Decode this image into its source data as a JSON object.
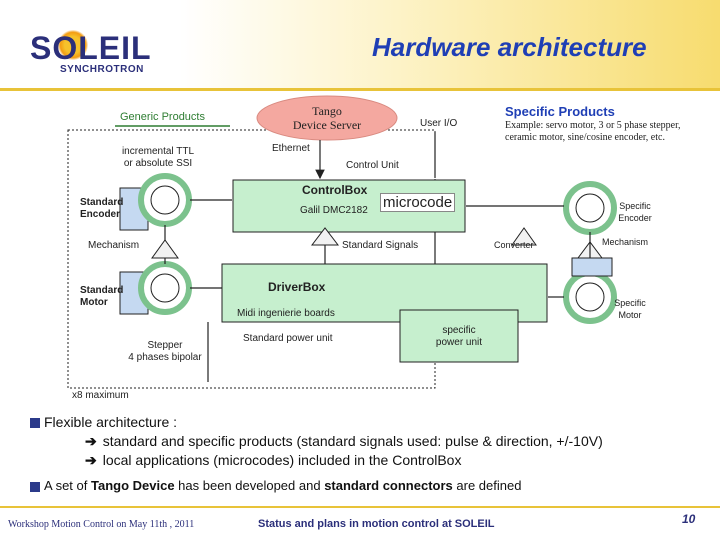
{
  "header": {
    "logo_text": "SOLEIL",
    "logo_subtitle": "SYNCHROTRON",
    "title": "Hardware architecture"
  },
  "diagram": {
    "generic_products": "Generic Products",
    "tango_server_line1": "Tango",
    "tango_server_line2": "Device Server",
    "user_io": "User I/O",
    "specific_products": "Specific Products",
    "example_line1": "Example: servo motor, 3 or 5 phase stepper,",
    "example_line2": "ceramic motor, sine/cosine encoder, etc.",
    "incremental_line1": "incremental TTL",
    "incremental_line2": "or absolute SSI",
    "ethernet": "Ethernet",
    "control_unit": "Control Unit",
    "controlbox": "ControlBox",
    "galil": "Galil DMC2182",
    "microcode": "microcode",
    "standard_encoder_line1": "Standard",
    "standard_encoder_line2": "Encoder",
    "specific_encoder_line1": "Specific",
    "specific_encoder_line2": "Encoder",
    "mechanism_left": "Mechanism",
    "standard_signals": "Standard Signals",
    "converter": "Converter",
    "mechanism_right": "Mechanism",
    "driverbox": "DriverBox",
    "standard_motor_line1": "Standard",
    "standard_motor_line2": "Motor",
    "midi": "Midi ingenierie boards",
    "specific_motor_line1": "Specific",
    "specific_motor_line2": "Motor",
    "stepper_line1": "Stepper",
    "stepper_line2": "4 phases bipolar",
    "standard_power": "Standard power unit",
    "specific_power_line1": "specific",
    "specific_power_line2": "power unit",
    "x8_maximum": "x8 maximum"
  },
  "bullets": {
    "b1": "Flexible architecture :",
    "b1_sub1": "standard and specific products (standard signals used: pulse & direction, +/-10V)",
    "b1_sub2": "local applications (microcodes) included in the ControlBox",
    "b2_a": "A set of ",
    "b2_b": "Tango Device",
    "b2_c": " has been developed and ",
    "b2_d": "standard connectors",
    "b2_e": " are defined"
  },
  "footer": {
    "left": "Workshop Motion Control on May 11th , 2011",
    "center": "Status and plans in motion control at SOLEIL",
    "page": "10"
  },
  "colors": {
    "title_blue": "#1f3fb5",
    "logo_navy": "#2b2f7a",
    "box_green": "#c6efce",
    "encoder_blue": "#c5d9f1",
    "header_gold": "#f7dc6f"
  }
}
